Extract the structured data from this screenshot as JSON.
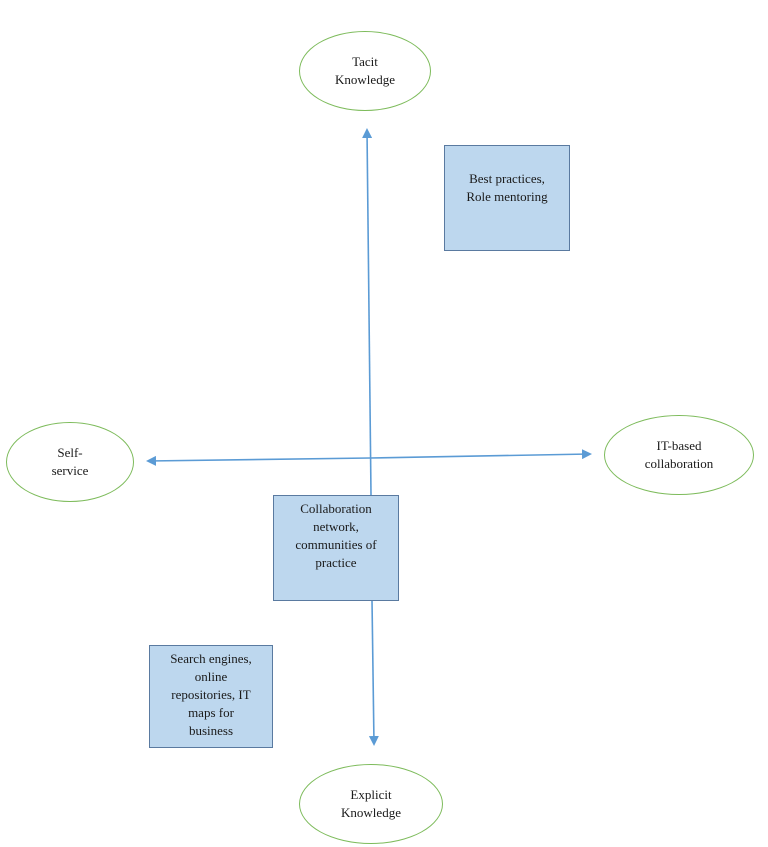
{
  "nodes": {
    "tacit": "Tacit\nKnowledge",
    "explicit": "Explicit\nKnowledge",
    "self_service": "Self-\nservice",
    "it_collab": "IT-based\ncollaboration"
  },
  "boxes": {
    "best_practices": "Best practices,\nRole mentoring",
    "collab_network": "Collaboration\nnetwork,\ncommunities of\npractice",
    "search_engines": "Search engines,\nonline\nrepositories, IT\nmaps for\nbusiness"
  },
  "colors": {
    "ellipse_border": "#7dbb5b",
    "box_fill": "#bdd7ee",
    "box_border": "#5a7aa0",
    "arrow": "#5b9bd5"
  }
}
